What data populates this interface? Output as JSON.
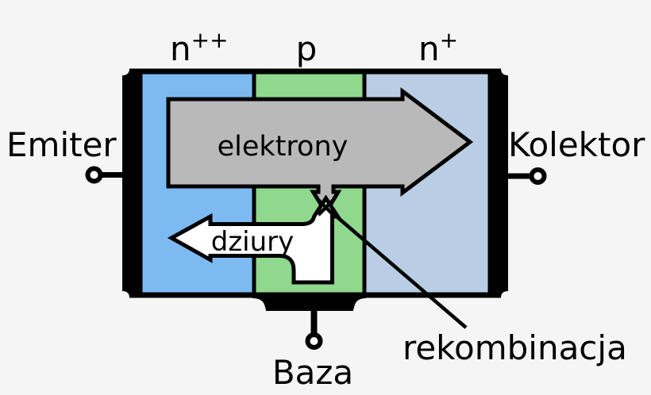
{
  "diagram": {
    "background_color": "#f5f5f5",
    "outline_color": "#000000",
    "regions": [
      {
        "id": "emitter-region",
        "label": "n",
        "sup": "++",
        "color": "#7dbaf2"
      },
      {
        "id": "base-region",
        "label": "p",
        "sup": "",
        "color": "#90d88e"
      },
      {
        "id": "collector-region",
        "label": "n",
        "sup": "+",
        "color": "#b9cee4"
      }
    ],
    "terminals": {
      "emitter": "Emiter",
      "collector": "Kolektor",
      "base": "Baza"
    },
    "flows": {
      "electrons": {
        "label": "elektrony",
        "color": "#b9b9b9",
        "direction": "right"
      },
      "holes": {
        "label": "dziury",
        "color": "#ffffff",
        "direction": "left"
      }
    },
    "annotation": {
      "label": "rekombinacja"
    }
  }
}
